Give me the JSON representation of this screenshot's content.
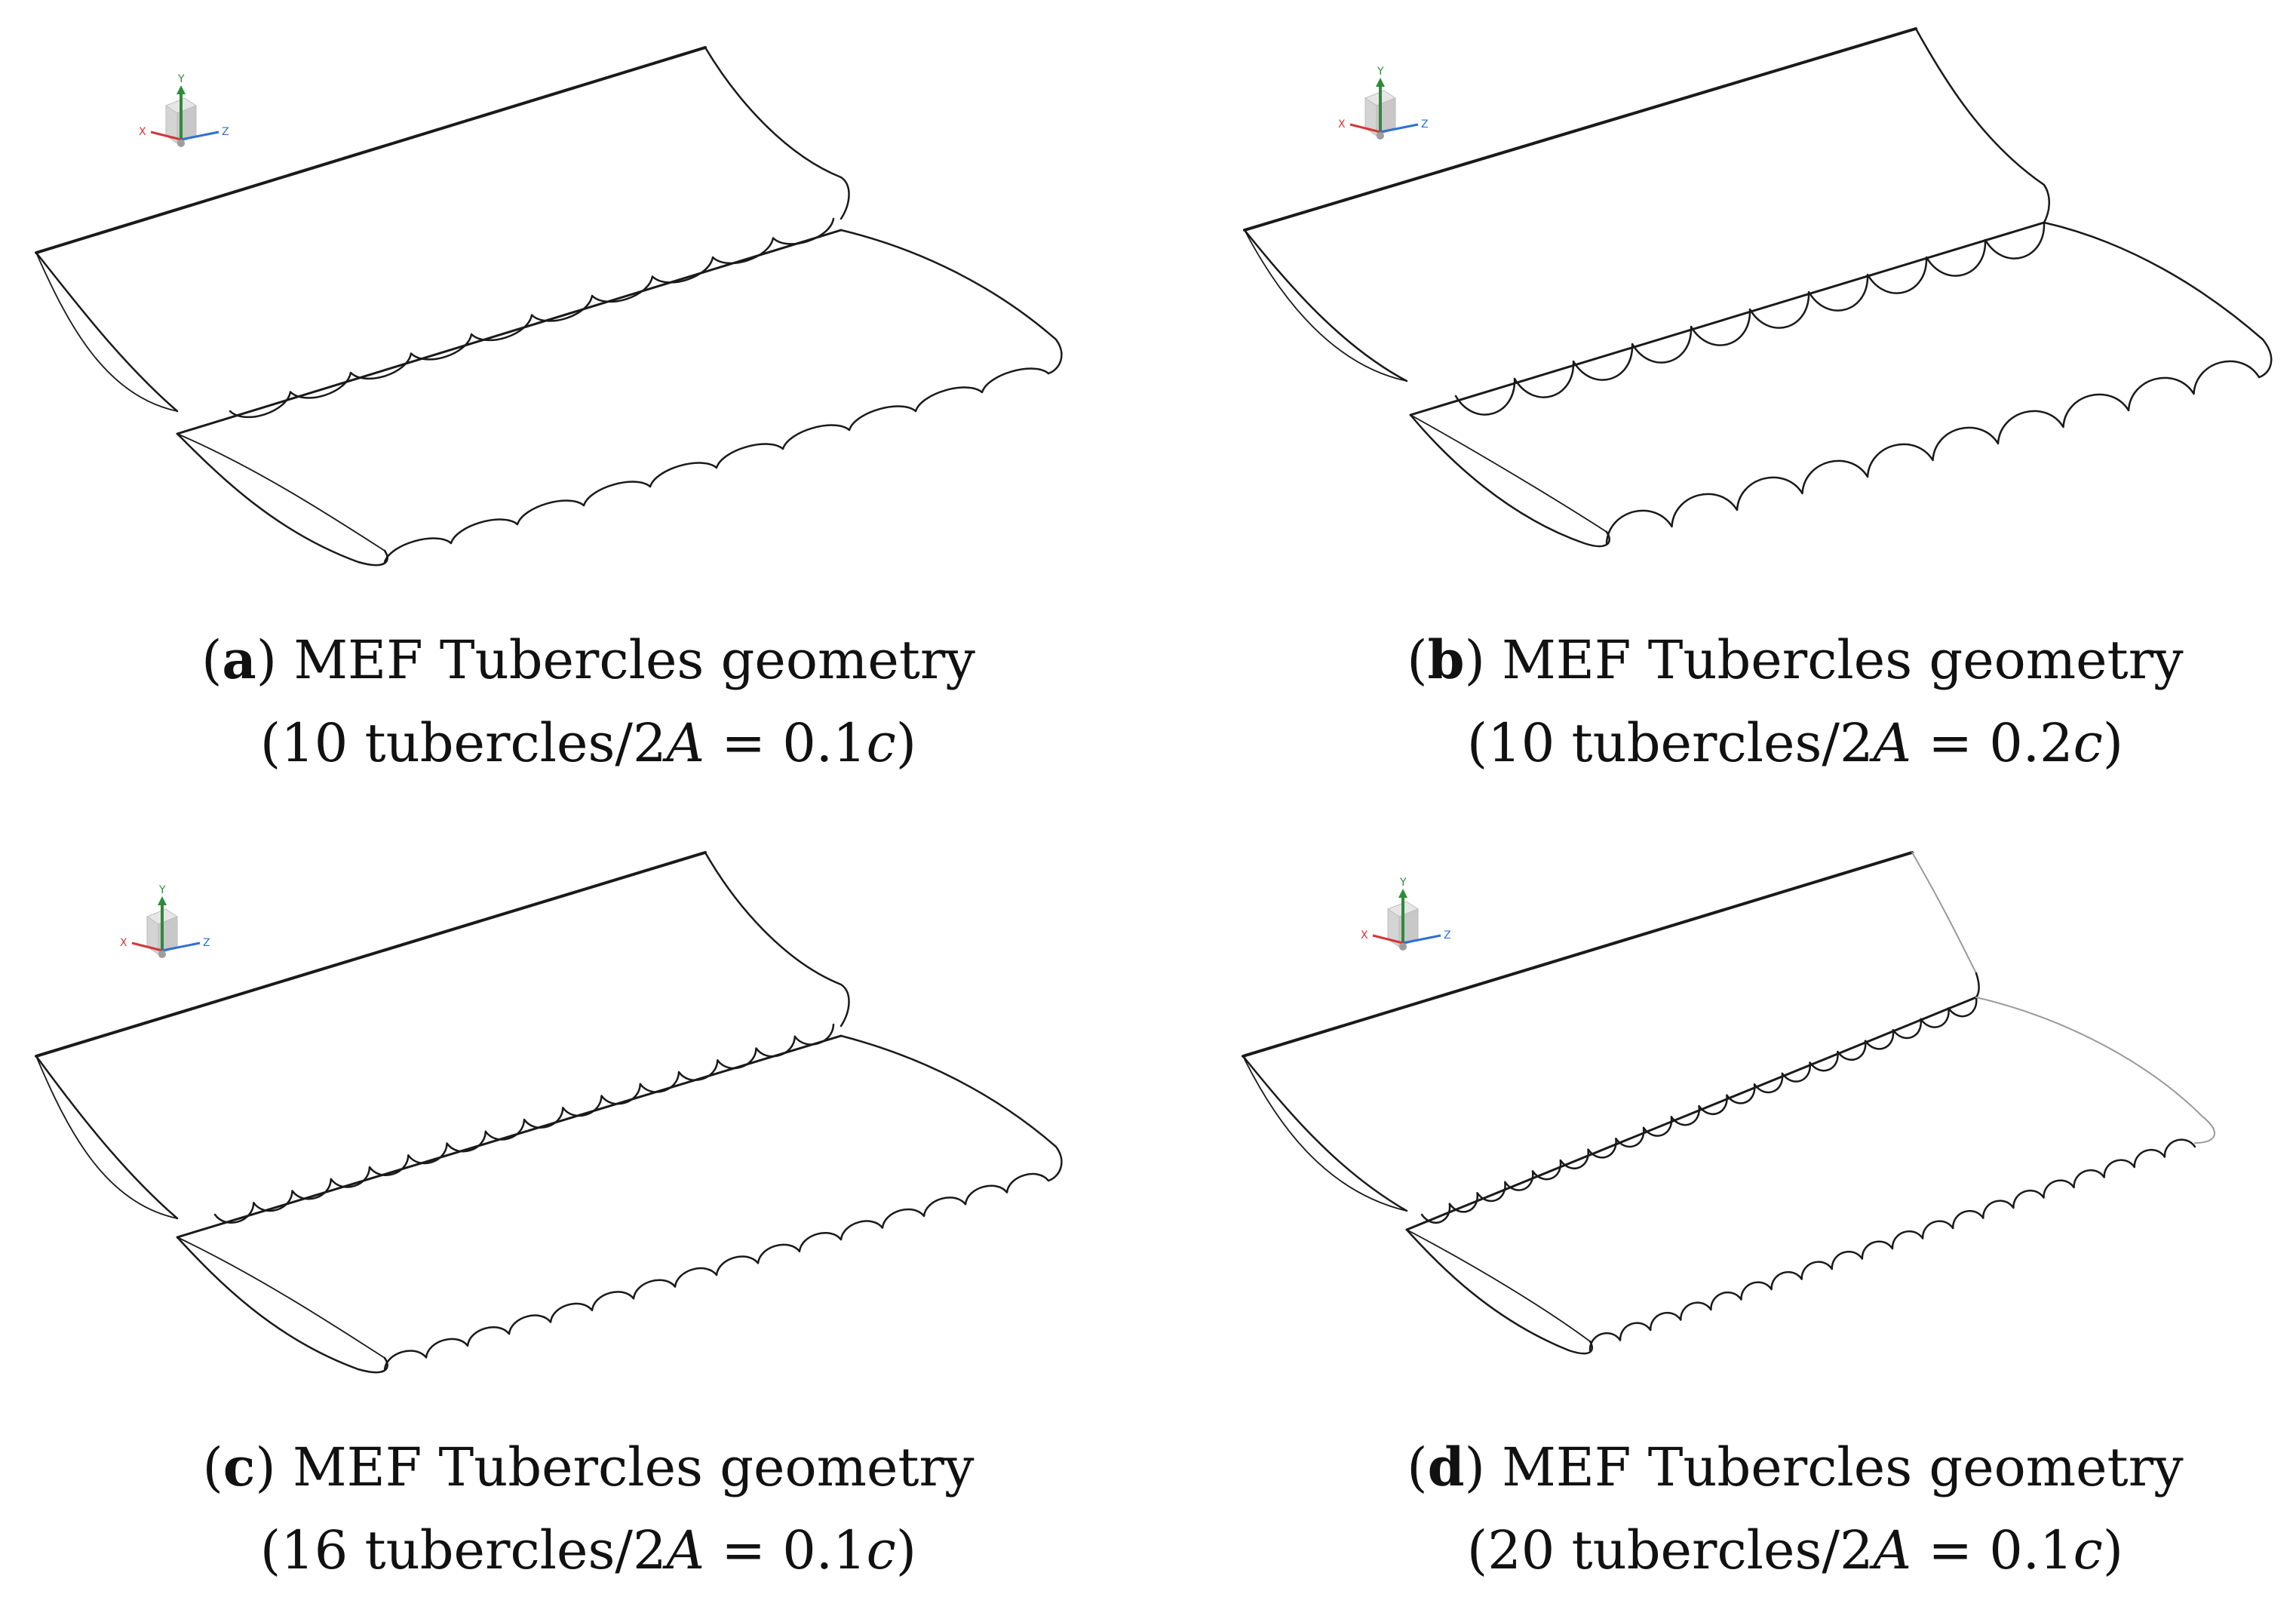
{
  "figure": {
    "panels": [
      {
        "id": "a",
        "letter": "a",
        "caption_title": "MEF Tubercles geometry",
        "caption_open": "(10 tubercles/2",
        "var_a": "A",
        "caption_eq": " = 0.1",
        "var_c": "c",
        "caption_close": ")",
        "tubercle_count": 10,
        "amplitude_ratio": 0.1,
        "axes": {
          "x": "X",
          "y": "Y",
          "z": "Z"
        }
      },
      {
        "id": "b",
        "letter": "b",
        "caption_title": "MEF Tubercles geometry",
        "caption_open": "(10 tubercles/2",
        "var_a": "A",
        "caption_eq": " = 0.2",
        "var_c": "c",
        "caption_close": ")",
        "tubercle_count": 10,
        "amplitude_ratio": 0.2,
        "axes": {
          "x": "X",
          "y": "Y",
          "z": "Z"
        }
      },
      {
        "id": "c",
        "letter": "c",
        "caption_title": "MEF Tubercles geometry",
        "caption_open": "(16 tubercles/2",
        "var_a": "A",
        "caption_eq": " = 0.1",
        "var_c": "c",
        "caption_close": ")",
        "tubercle_count": 16,
        "amplitude_ratio": 0.1,
        "axes": {
          "x": "X",
          "y": "Y",
          "z": "Z"
        }
      },
      {
        "id": "d",
        "letter": "d",
        "caption_title": "MEF Tubercles geometry",
        "caption_open": "(20 tubercles/2",
        "var_a": "A",
        "caption_eq": " = 0.1",
        "var_c": "c",
        "caption_close": ")",
        "tubercle_count": 20,
        "amplitude_ratio": 0.1,
        "axes": {
          "x": "X",
          "y": "Y",
          "z": "Z"
        }
      }
    ],
    "colors": {
      "line": "#1a1a1a",
      "axis_x": "#d0393b",
      "axis_y": "#2e8b3a",
      "axis_z": "#2f6fd6",
      "cube": "#bdbdbd"
    }
  }
}
